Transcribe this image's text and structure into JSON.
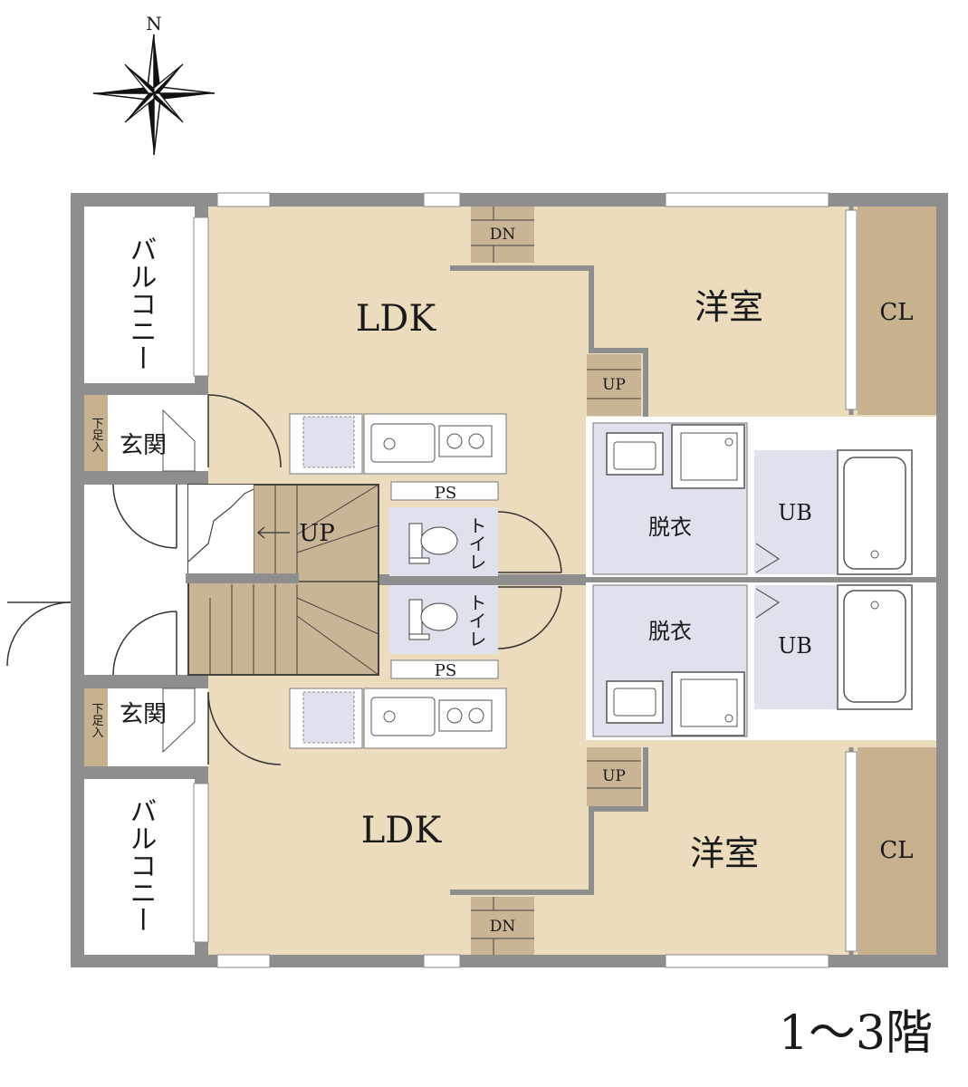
{
  "compass": {
    "north_label": "N"
  },
  "floor_label": "1〜3階",
  "units": [
    {
      "ldk": "LDK",
      "western_room": "洋室",
      "closet": "CL",
      "balcony": "バルコニー",
      "entrance": "玄関",
      "shoe_storage": "下足入",
      "pipe_space": "PS",
      "toilet": "トイレ",
      "changing_room": "脱衣",
      "bath": "UB",
      "stair_up": "UP",
      "stair_down": "DN"
    },
    {
      "ldk": "LDK",
      "western_room": "洋室",
      "closet": "CL",
      "balcony": "バルコニー",
      "entrance": "玄関",
      "shoe_storage": "下足入",
      "pipe_space": "PS",
      "toilet": "トイレ",
      "changing_room": "脱衣",
      "bath": "UB",
      "stair_up": "UP",
      "stair_down": "DN"
    }
  ],
  "common_stair": {
    "label": "UP"
  },
  "colors": {
    "floor": "#ebdcbd",
    "closet": "#c8b18e",
    "stair": "#c9b595",
    "wet_area": "#dfe2ec",
    "wall": "#8e8e8e"
  }
}
